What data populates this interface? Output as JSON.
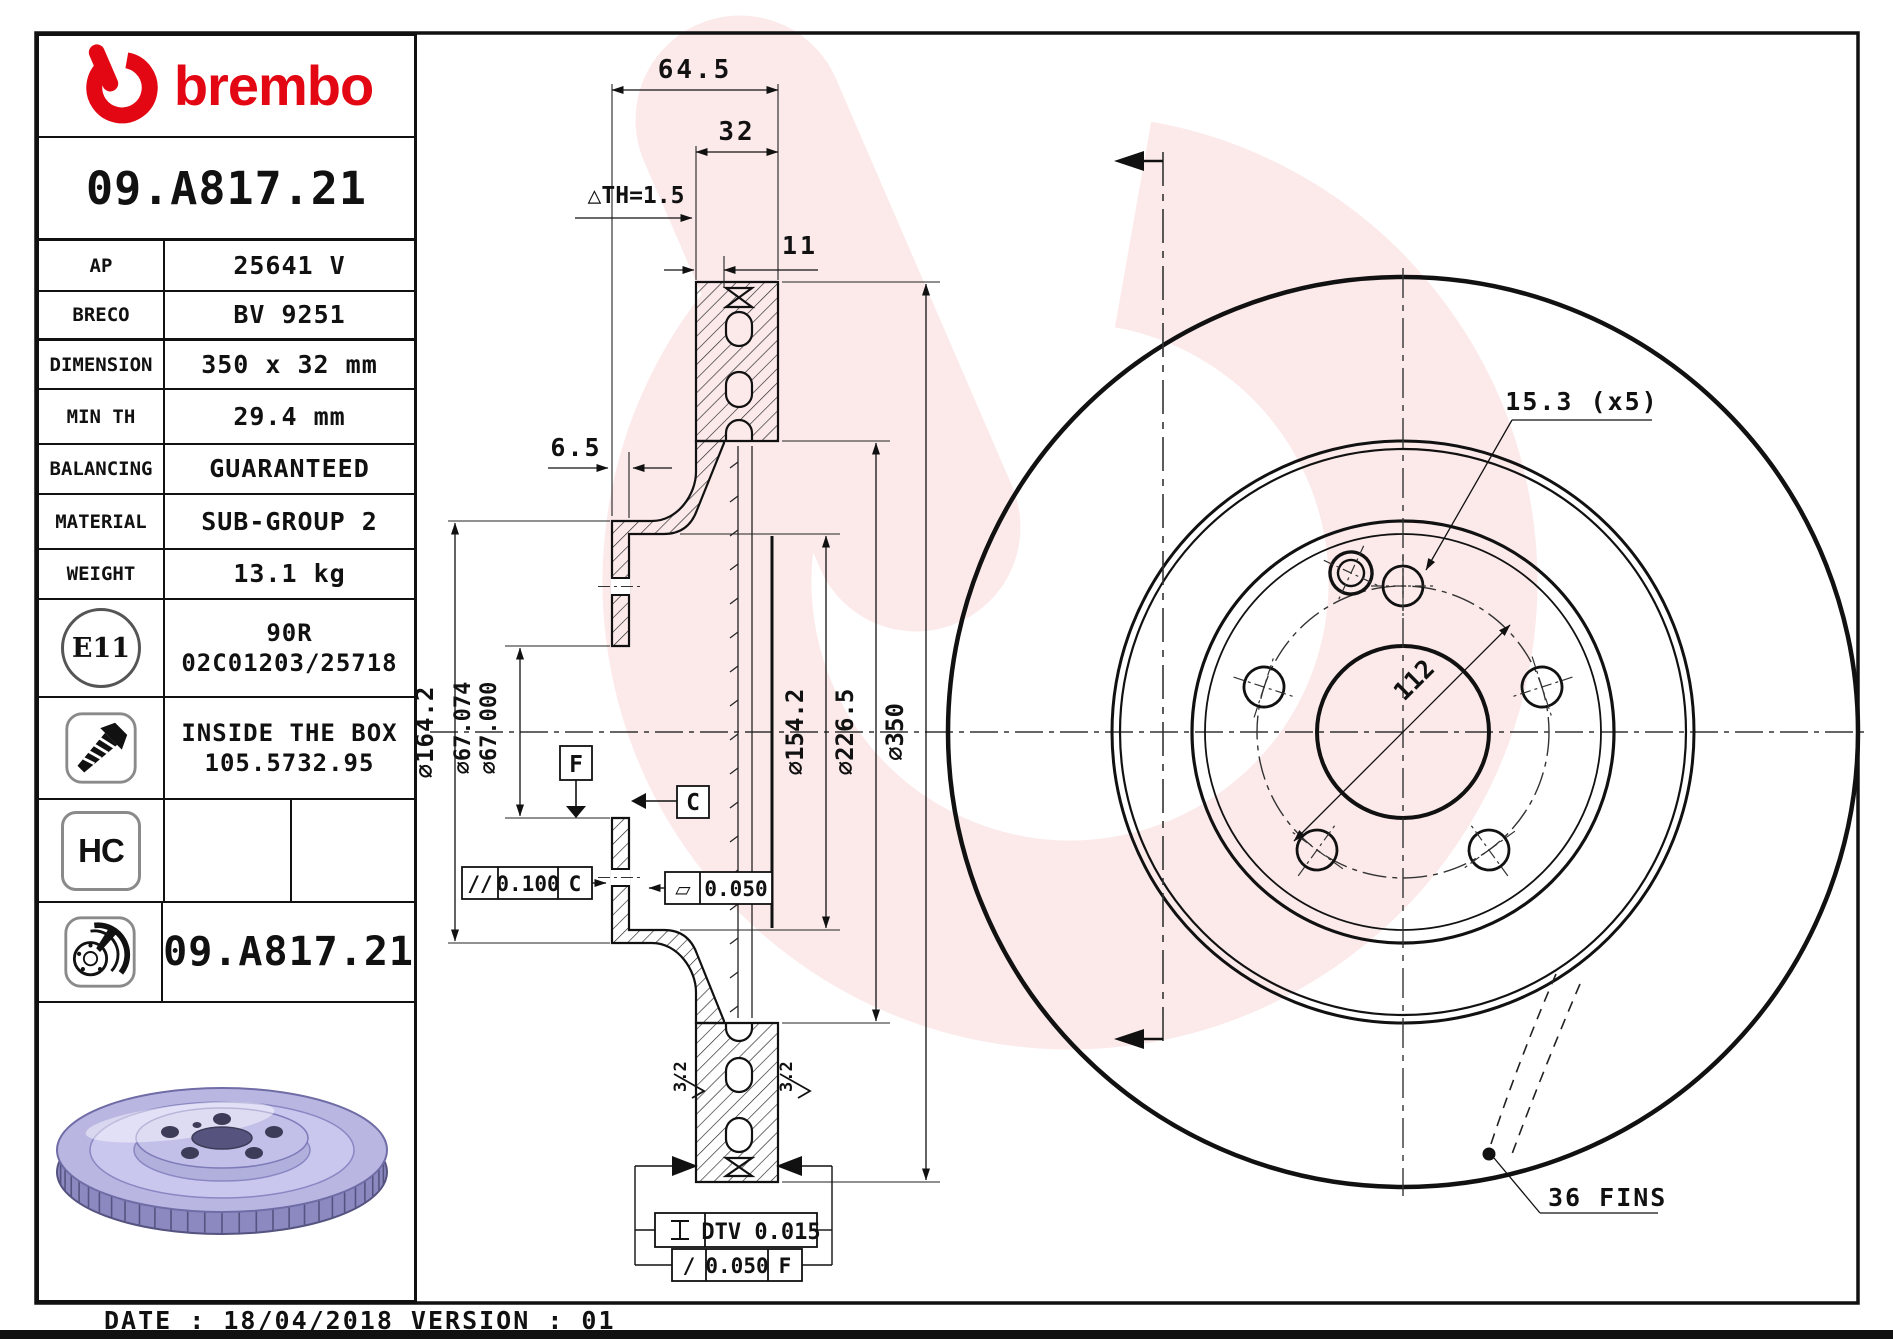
{
  "header": {
    "brand": "brembo",
    "part_number": "09.A817.21"
  },
  "spec_table": {
    "rows": [
      {
        "label": "AP",
        "value": "25641 V"
      },
      {
        "label": "BRECO",
        "value": "BV 9251"
      },
      {
        "label": "DIMENSION",
        "value": "350 x 32 mm"
      },
      {
        "label": "MIN TH",
        "value": "29.4 mm"
      },
      {
        "label": "BALANCING",
        "value": "GUARANTEED"
      },
      {
        "label": "MATERIAL",
        "value": "SUB-GROUP 2"
      },
      {
        "label": "WEIGHT",
        "value": "13.1 kg"
      }
    ]
  },
  "certs": {
    "e11_badge": "E11",
    "e11_line1": "90R",
    "e11_line2": "02C01203/25718",
    "box_line1": "INSIDE THE BOX",
    "box_line2": "105.5732.95",
    "hc_badge": "HC",
    "disc_part_number": "09.A817.21"
  },
  "section_view": {
    "width_total": "64.5",
    "width_band": "32",
    "wear_limit": "△TH=1.5",
    "plate_thickness": "11",
    "flange_thickness": "6.5",
    "dia_hat": "∅164.2",
    "dia_bore_max": "∅67.074",
    "dia_bore_min": "∅67.000",
    "dia_pilot": "∅154.2",
    "dia_inner_braking": "∅226.5",
    "dia_outer": "∅350",
    "datum_f": "F",
    "datum_c": "C",
    "parallelism_symbol": "//",
    "parallelism_value": "0.100",
    "parallelism_datum": "C",
    "flatness_symbol": "▱",
    "flatness_value": "0.050",
    "dtv_value": "DTV 0.015",
    "runout_symbol": "/",
    "runout_value": "0.050",
    "runout_datum": "F",
    "roughness_left": "3.2",
    "roughness_right": "3.2"
  },
  "front_view": {
    "bolt_holes": "15.3 (x5)",
    "bolt_circle": "112",
    "fins": "36 FINS"
  },
  "footer": {
    "caption": "DATE : 18/04/2018 VERSION : 01"
  },
  "colors": {
    "brand_red": "#e30613",
    "line": "#111111",
    "disc_render": "#b9b7e2"
  }
}
